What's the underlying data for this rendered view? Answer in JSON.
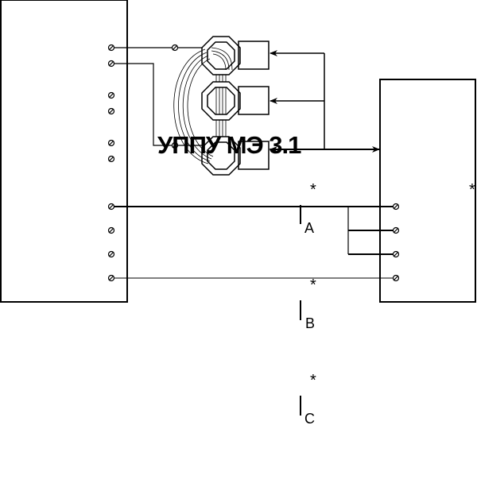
{
  "title": "УППУ МЭ 3.1",
  "phases": [
    {
      "current_symbol": "I",
      "subscript": "A",
      "polarity_mark": "*"
    },
    {
      "current_symbol": "I",
      "subscript": "B",
      "polarity_mark": "*"
    },
    {
      "current_symbol": "I",
      "subscript": "C",
      "polarity_mark": "*"
    }
  ],
  "right_polarity_mark": "*",
  "colors": {
    "line": "#000000",
    "background": "#ffffff"
  }
}
